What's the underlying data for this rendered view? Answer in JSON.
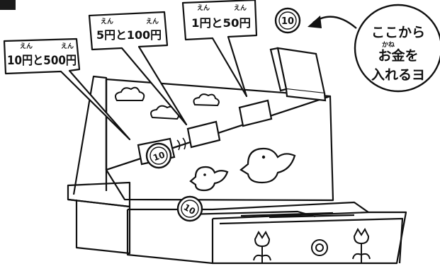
{
  "labels": {
    "slot_left": {
      "text": "10円と500円",
      "ruby_1": "えん",
      "ruby_2": "えん"
    },
    "slot_middle": {
      "text": "5円と100円",
      "ruby_1": "えん",
      "ruby_2": "えん"
    },
    "slot_right": {
      "text": "1円と50円",
      "ruby_1": "えん",
      "ruby_2": "えん"
    }
  },
  "instruction": {
    "line1": "ここから",
    "ruby": "かね",
    "line2": "お金を",
    "line3": "入れるヨ"
  },
  "coins": {
    "top": "10",
    "in_slot": "10",
    "on_tray": "10"
  },
  "colors": {
    "ink": "#111111",
    "corner_mark": "#1a1a1a",
    "paper": "#ffffff"
  }
}
